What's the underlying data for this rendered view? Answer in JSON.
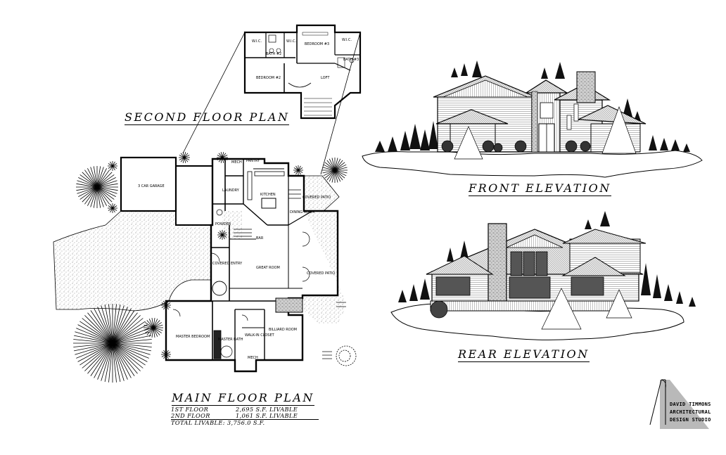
{
  "second_floor": {
    "title": "SECOND FLOOR PLAN",
    "rooms": {
      "wic_left": "W.I.C.",
      "bath2": "BATH #2",
      "wic_mid": "W.I.C.",
      "bedroom3": "BEDROOM #3",
      "wic_right": "W.I.C.",
      "bath3": "BATH #3",
      "bedroom2": "BEDROOM #2",
      "loft": "LOFT"
    }
  },
  "main_floor": {
    "title": "MAIN FLOOR PLAN",
    "rooms": {
      "garage": "3 CAR GARAGE",
      "mech": "MECH",
      "pantry": "PANTRY",
      "laundry": "LAUNDRY",
      "kitchen": "KITCHEN",
      "covered_patio_top": "COVERED PATIO",
      "dining": "DINING ROOM",
      "powder": "POWDER",
      "bar": "BAR",
      "covered_entry": "COVERED ENTRY",
      "great_room": "GREAT ROOM",
      "covered_patio_right": "COVERED PATIO",
      "master_bedroom": "MASTER BEDROOM",
      "master_bath": "MASTER BATH",
      "walk_in_closet": "WALK-IN CLOSET",
      "billiard": "BILLIARD ROOM",
      "mech2": "MECH"
    },
    "areas": [
      {
        "label": "1ST FLOOR",
        "value": "2,695 S.F. LIVABLE"
      },
      {
        "label": "2ND FLOOR",
        "value": "1,061 S.F. LIVABLE"
      }
    ],
    "total": "TOTAL LIVABLE: 3,756.0 S.F."
  },
  "front_elevation": {
    "title": "FRONT ELEVATION"
  },
  "rear_elevation": {
    "title": "REAR ELEVATION"
  },
  "studio": {
    "line1": "DAVID TIMMONS",
    "line2": "ARCHITECTURAL",
    "line3": "DESIGN STUDIO"
  },
  "colors": {
    "ink": "#000000",
    "paper": "#ffffff",
    "logo_gray": "#b9b9b9",
    "gravel": "#dedede"
  }
}
